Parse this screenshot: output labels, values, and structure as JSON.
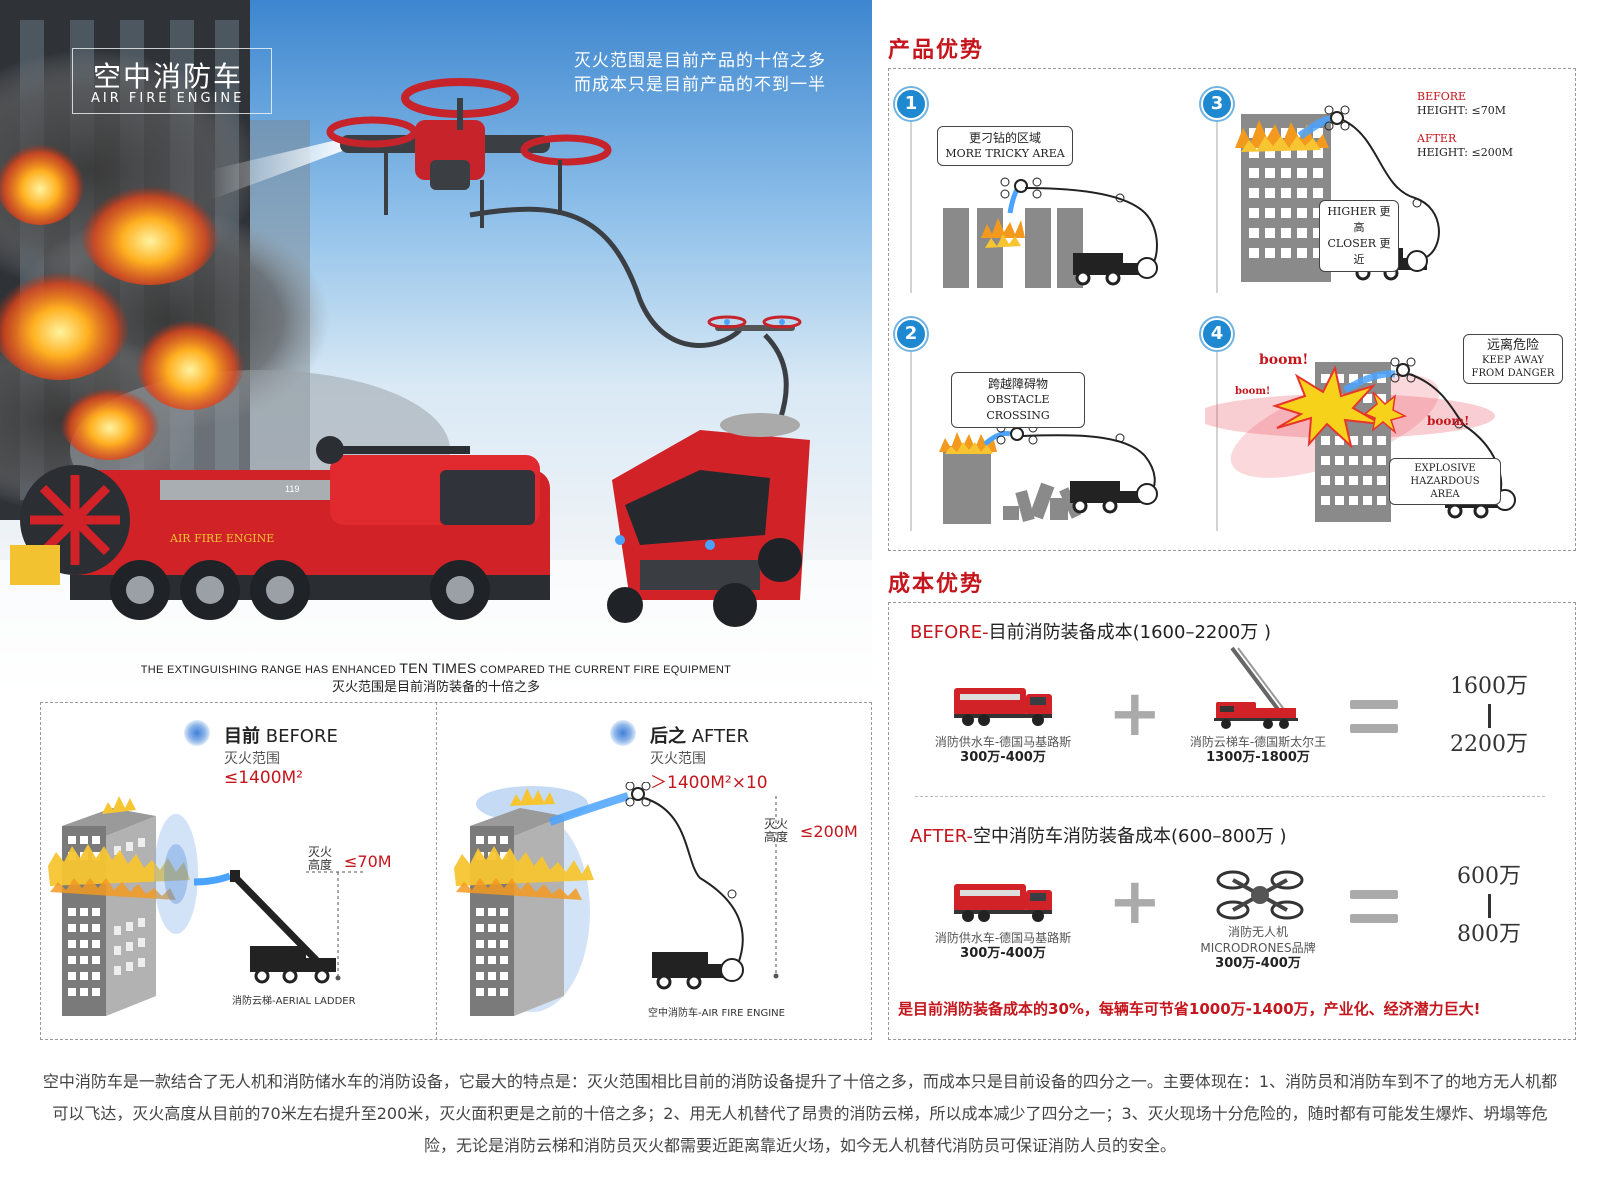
{
  "hero": {
    "title_cn": "空中消防车",
    "title_en": "AIR FIRE ENGINE",
    "tagline_1": "灭火范围是目前产品的十倍之多",
    "tagline_2": "而成本只是目前产品的不到一半",
    "truck_label": "AIR FIRE ENGINE",
    "truck_number": "119",
    "caption_en_before": "THE EXTINGUISHING RANGE HAS ENHANCED ",
    "caption_en_emph": "TEN TIMES",
    "caption_en_after": " COMPARED THE CURRENT FIRE EQUIPMENT",
    "caption_cn": "灭火范围是目前消防装备的十倍之多"
  },
  "advantages": {
    "title": "产品优势",
    "panels": [
      {
        "num": "1",
        "callout_cn": "更刁钻的区域",
        "callout_en": "MORE TRICKY AREA"
      },
      {
        "num": "2",
        "callout_cn": "跨越障碍物",
        "callout_en": "OBSTACLE CROSSING"
      },
      {
        "num": "3",
        "before_label": "BEFORE",
        "before_height": "HEIGHT: ≤70M",
        "after_label": "AFTER",
        "after_height": "HEIGHT: ≤200M",
        "callout_line1": "HIGHER 更高",
        "callout_line2": "CLOSER 更近"
      },
      {
        "num": "4",
        "callout_cn": "远离危险",
        "callout_en_1": "KEEP AWAY",
        "callout_en_2": "FROM DANGER",
        "boom": "boom!",
        "hazard_1": "EXPLOSIVE",
        "hazard_2": "HAZARDOUS AREA"
      }
    ]
  },
  "cost": {
    "title": "成本优势",
    "before_prefix": "BEFORE-",
    "before_text": "目前消防装备成本(1600–2200万 )",
    "after_prefix": "AFTER-",
    "after_text": "空中消防车消防装备成本(600–800万 )",
    "before_items": [
      {
        "name": "消防供水车-德国马基路斯",
        "price": "300万-400万"
      },
      {
        "name": "消防云梯车-德国斯太尔王",
        "price": "1300万-1800万"
      }
    ],
    "before_range": [
      "1600万",
      "2200万"
    ],
    "after_items": [
      {
        "name": "消防供水车-德国马基路斯",
        "price": "300万-400万"
      },
      {
        "name_1": "消防无人机",
        "name_2": "MICRODRONES品牌",
        "price": "300万-400万"
      }
    ],
    "after_range": [
      "600万",
      "800万"
    ],
    "summary": "是目前消防装备成本的30%，每辆车可节省1000万-1400万，产业化、经济潜力巨大!"
  },
  "comparison": {
    "before": {
      "head_cn": "目前",
      "head_en": " BEFORE",
      "sub": "灭火范围",
      "value": "≤1400M²",
      "height_label_1": "灭火",
      "height_label_2": "高度",
      "height_value": "≤70M",
      "caption": "消防云梯-AERIAL LADDER"
    },
    "after": {
      "head_cn": "后之",
      "head_en": " AFTER",
      "sub": "灭火范围",
      "value": "＞1400M²×10",
      "height_label_1": "灭火",
      "height_label_2": "高度",
      "height_value": "≤200M",
      "caption": "空中消防车-AIR FIRE ENGINE"
    }
  },
  "footer": "空中消防车是一款结合了无人机和消防储水车的消防设备，它最大的特点是：灭火范围相比目前的消防设备提升了十倍之多，而成本只是目前设备的四分之一。主要体现在：1、消防员和消防车到不了的地方无人机都可以飞达，灭火高度从目前的70米左右提升至200米，灭火面积更是之前的十倍之多；2、用无人机替代了昂贵的消防云梯，所以成本减少了四分之一；3、灭火现场十分危险的，随时都有可能发生爆炸、坍塌等危险，无论是消防云梯和消防员灭火都需要近距离靠近火场，如今无人机替代消防员可保证消防人员的安全。",
  "colors": {
    "accent_red": "#c4161c",
    "badge_blue": "#1e88d0",
    "fire_orange": "#f39a1e"
  }
}
